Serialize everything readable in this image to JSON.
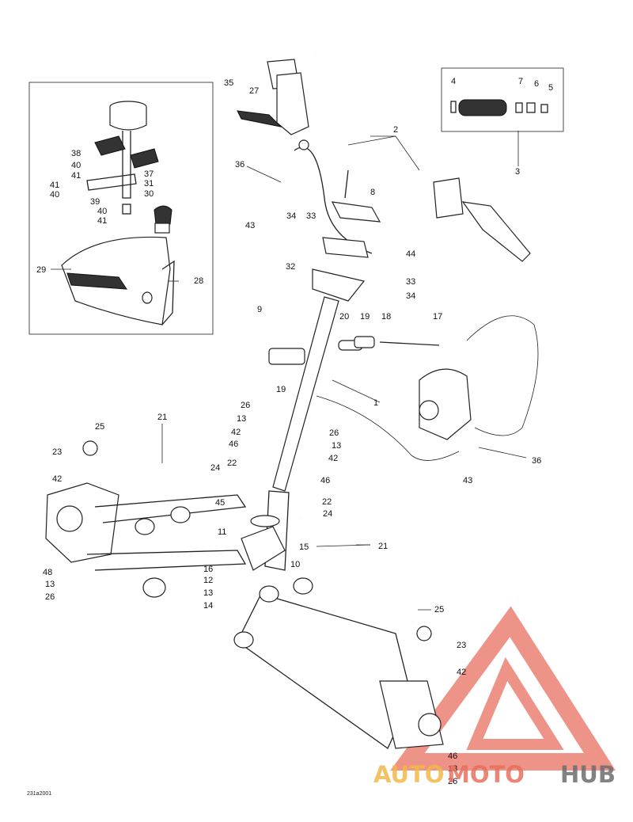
{
  "diagram": {
    "drawing_code": "231a2001",
    "labels": [
      {
        "id": "l1",
        "text": "1"
      },
      {
        "id": "l2",
        "text": "2"
      },
      {
        "id": "l3",
        "text": "3"
      },
      {
        "id": "l4",
        "text": "4"
      },
      {
        "id": "l5",
        "text": "5"
      },
      {
        "id": "l6",
        "text": "6"
      },
      {
        "id": "l7",
        "text": "7"
      },
      {
        "id": "l8",
        "text": "8"
      },
      {
        "id": "l9",
        "text": "9"
      },
      {
        "id": "l10",
        "text": "10"
      },
      {
        "id": "l11",
        "text": "11"
      },
      {
        "id": "l12",
        "text": "12"
      },
      {
        "id": "l13a",
        "text": "13"
      },
      {
        "id": "l13b",
        "text": "13"
      },
      {
        "id": "l13c",
        "text": "13"
      },
      {
        "id": "l13d",
        "text": "13"
      },
      {
        "id": "l13e",
        "text": "13"
      },
      {
        "id": "l14",
        "text": "14"
      },
      {
        "id": "l15",
        "text": "15"
      },
      {
        "id": "l16",
        "text": "16"
      },
      {
        "id": "l17",
        "text": "17"
      },
      {
        "id": "l18",
        "text": "18"
      },
      {
        "id": "l19a",
        "text": "19"
      },
      {
        "id": "l19b",
        "text": "19"
      },
      {
        "id": "l20",
        "text": "20"
      },
      {
        "id": "l21a",
        "text": "21"
      },
      {
        "id": "l21b",
        "text": "21"
      },
      {
        "id": "l22a",
        "text": "22"
      },
      {
        "id": "l22b",
        "text": "22"
      },
      {
        "id": "l23a",
        "text": "23"
      },
      {
        "id": "l23b",
        "text": "23"
      },
      {
        "id": "l24a",
        "text": "24"
      },
      {
        "id": "l24b",
        "text": "24"
      },
      {
        "id": "l25a",
        "text": "25"
      },
      {
        "id": "l25b",
        "text": "25"
      },
      {
        "id": "l26a",
        "text": "26"
      },
      {
        "id": "l26b",
        "text": "26"
      },
      {
        "id": "l26c",
        "text": "26"
      },
      {
        "id": "l26d",
        "text": "26"
      },
      {
        "id": "l27",
        "text": "27"
      },
      {
        "id": "l28",
        "text": "28"
      },
      {
        "id": "l29",
        "text": "29"
      },
      {
        "id": "l30",
        "text": "30"
      },
      {
        "id": "l31",
        "text": "31"
      },
      {
        "id": "l32",
        "text": "32"
      },
      {
        "id": "l33a",
        "text": "33"
      },
      {
        "id": "l33b",
        "text": "33"
      },
      {
        "id": "l34a",
        "text": "34"
      },
      {
        "id": "l34b",
        "text": "34"
      },
      {
        "id": "l35",
        "text": "35"
      },
      {
        "id": "l36a",
        "text": "36"
      },
      {
        "id": "l36b",
        "text": "36"
      },
      {
        "id": "l37",
        "text": "37"
      },
      {
        "id": "l38",
        "text": "38"
      },
      {
        "id": "l39",
        "text": "39"
      },
      {
        "id": "l40a",
        "text": "40"
      },
      {
        "id": "l40b",
        "text": "40"
      },
      {
        "id": "l40c",
        "text": "40"
      },
      {
        "id": "l41a",
        "text": "41"
      },
      {
        "id": "l41b",
        "text": "41"
      },
      {
        "id": "l41c",
        "text": "41"
      },
      {
        "id": "l42a",
        "text": "42"
      },
      {
        "id": "l42b",
        "text": "42"
      },
      {
        "id": "l42c",
        "text": "42"
      },
      {
        "id": "l42d",
        "text": "42"
      },
      {
        "id": "l43a",
        "text": "43"
      },
      {
        "id": "l43b",
        "text": "43"
      },
      {
        "id": "l44",
        "text": "44"
      },
      {
        "id": "l45",
        "text": "45"
      },
      {
        "id": "l46a",
        "text": "46"
      },
      {
        "id": "l46b",
        "text": "46"
      },
      {
        "id": "l46c",
        "text": "46"
      },
      {
        "id": "l48",
        "text": "48"
      }
    ]
  },
  "watermark": {
    "part1": "AUTO",
    "part2": "MOTO",
    "part3": "HUB",
    "red_color": "#e8705f",
    "orange_color": "#f2b84a",
    "grey_color": "#6d6d6d"
  }
}
